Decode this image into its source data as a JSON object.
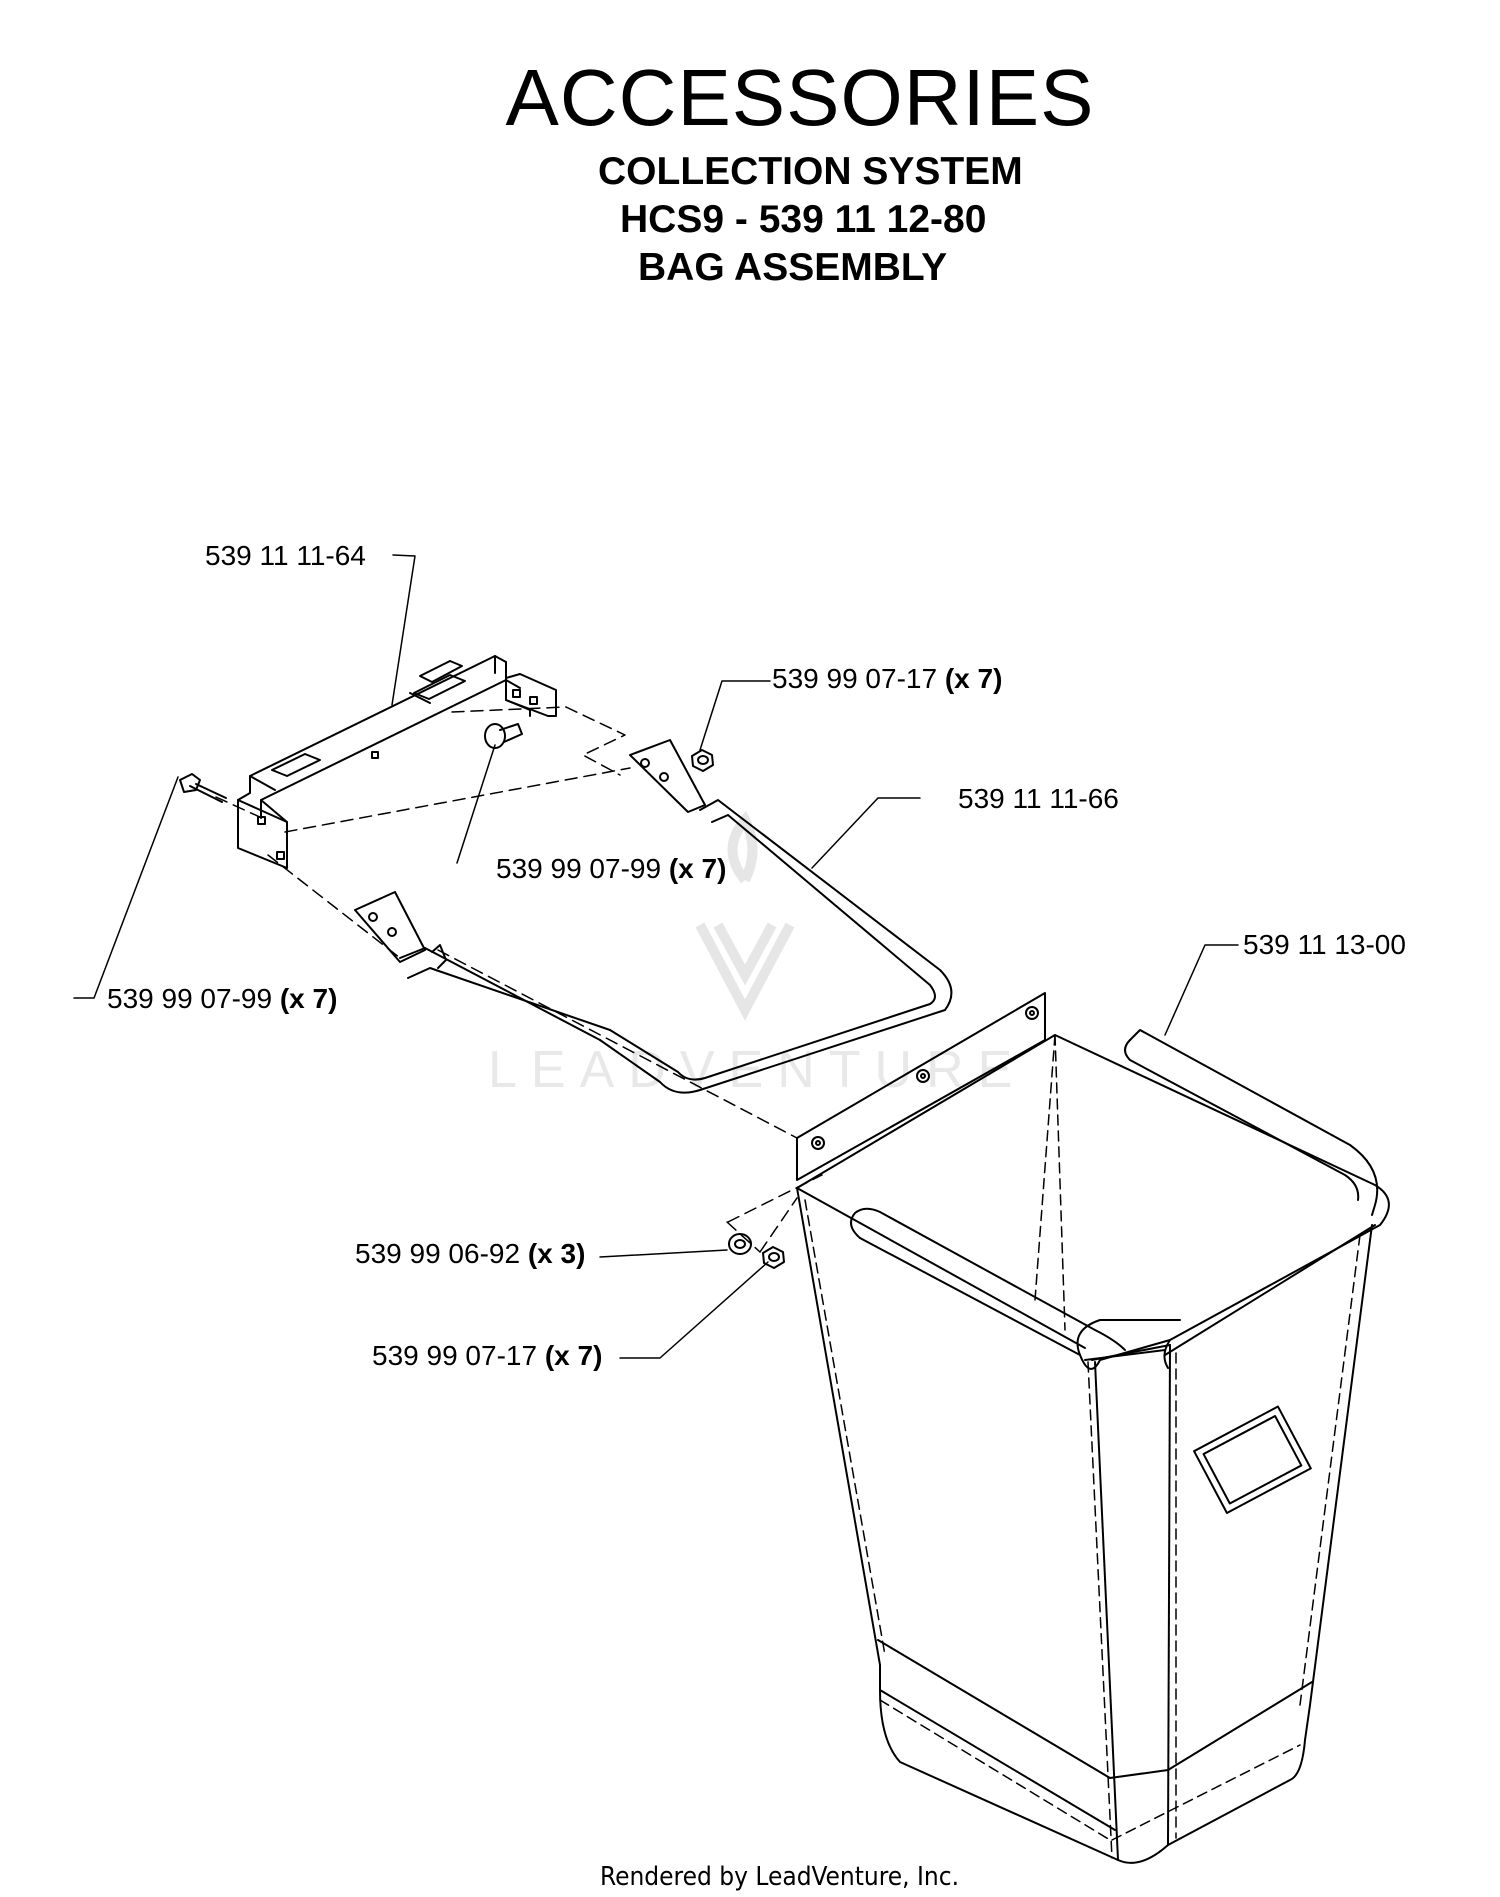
{
  "header": {
    "title": "ACCESSORIES",
    "line1": "COLLECTION SYSTEM",
    "line2": "HCS9 - 539 11 12-80",
    "line3": "BAG ASSEMBLY"
  },
  "callouts": [
    {
      "part": "539 11 11-64",
      "qty": ""
    },
    {
      "part": "539 99 07-17",
      "qty": "(x 7)"
    },
    {
      "part": "539 11 11-66",
      "qty": ""
    },
    {
      "part": "539 99 07-99",
      "qty": "(x 7)"
    },
    {
      "part": "539 99 07-99",
      "qty": "(x 7)"
    },
    {
      "part": "539 11 13-00",
      "qty": ""
    },
    {
      "part": "539 99 06-92",
      "qty": "(x 3)"
    },
    {
      "part": "539 99 07-17",
      "qty": "(x 7)"
    }
  ],
  "watermark": "LEADVENTURE",
  "footer": "Rendered by LeadVenture, Inc."
}
